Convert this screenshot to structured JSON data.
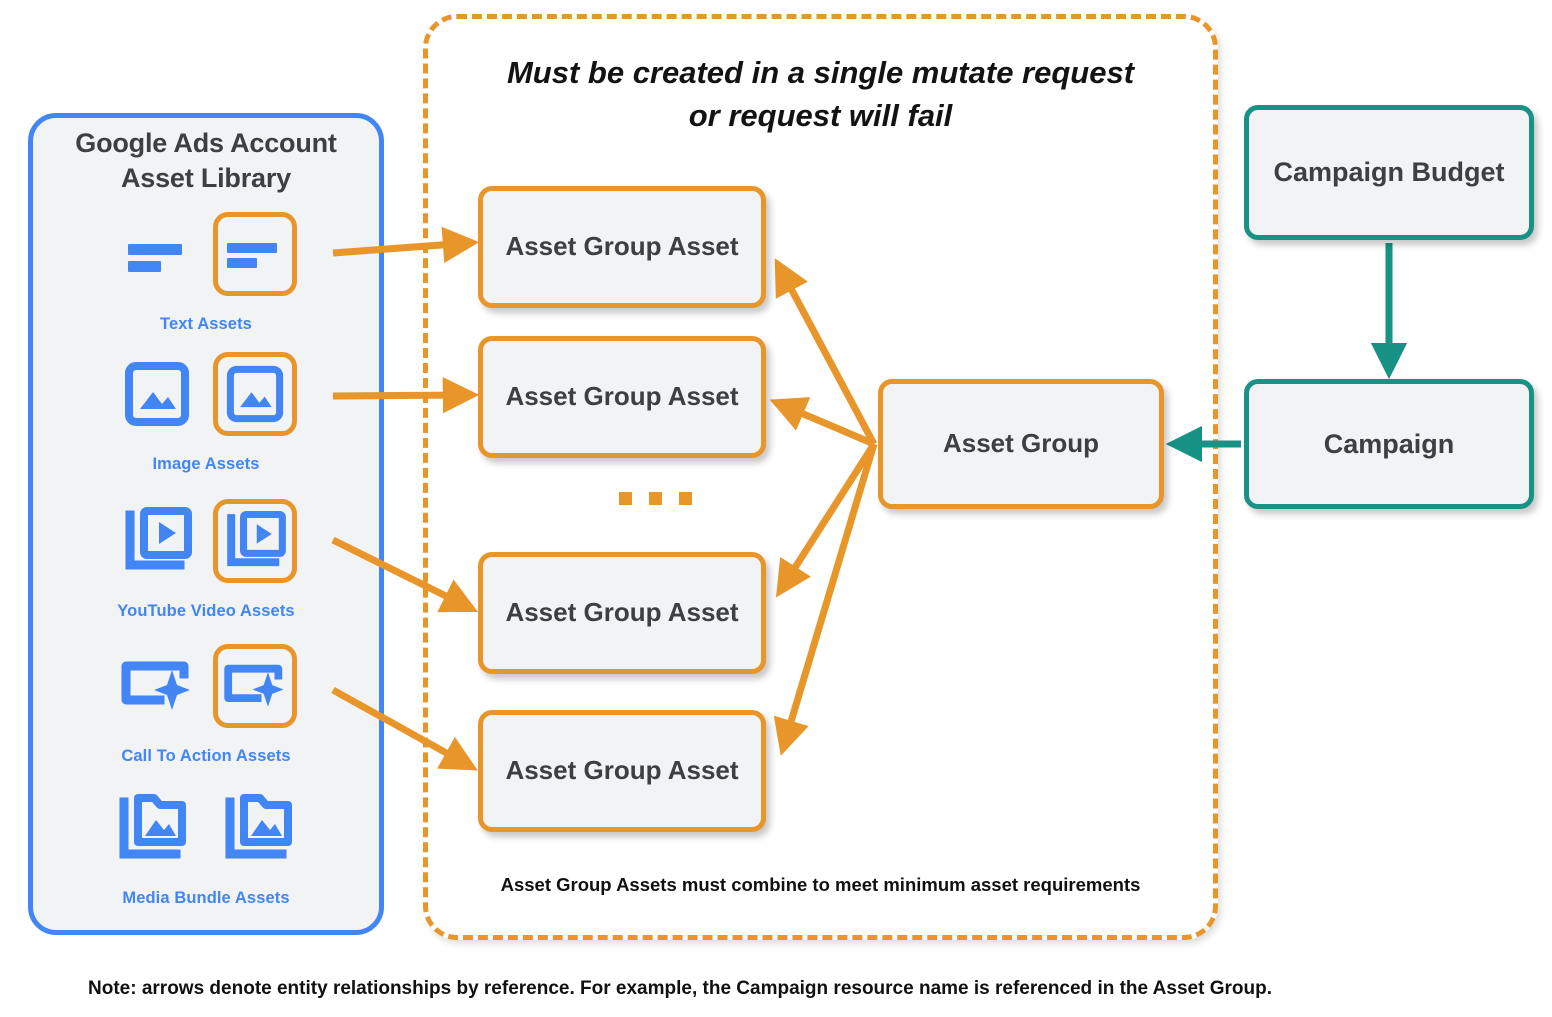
{
  "library": {
    "title": "Google Ads Account\nAsset Library",
    "title_line1": "Google Ads Account",
    "title_line2": "Asset Library",
    "rows": [
      {
        "caption": "Text Assets",
        "icon": "text-asset-icon",
        "selected": true
      },
      {
        "caption": "Image Assets",
        "icon": "image-asset-icon",
        "selected": true
      },
      {
        "caption": "YouTube Video  Assets",
        "icon": "youtube-video-asset-icon",
        "selected": true
      },
      {
        "caption": "Call To Action Assets",
        "icon": "call-to-action-asset-icon",
        "selected": true
      },
      {
        "caption": "Media Bundle  Assets",
        "icon": "media-bundle-asset-icon",
        "selected": false
      }
    ]
  },
  "mutate_region": {
    "heading_line1": "Must be created in a single mutate request",
    "heading_line2": "or request will fail",
    "footnote": "Asset Group Assets must combine to meet minimum asset requirements",
    "ellipsis": "..."
  },
  "nodes": {
    "asset_group_assets": [
      {
        "label": "Asset Group Asset"
      },
      {
        "label": "Asset Group Asset"
      },
      {
        "label": "Asset Group Asset"
      },
      {
        "label": "Asset Group Asset"
      }
    ],
    "asset_group": {
      "label": "Asset Group"
    },
    "campaign_budget": {
      "label": "Campaign Budget"
    },
    "campaign": {
      "label": "Campaign"
    }
  },
  "note": "Note: arrows denote entity relationships by reference. For example, the Campaign resource name is referenced in the Asset Group.",
  "colors": {
    "blue": "#4285f4",
    "orange": "#e8952a",
    "teal": "#189285",
    "node_fill": "#f1f3f4",
    "text_dark": "#3c4043",
    "text_black": "#111111",
    "background": "#ffffff"
  }
}
